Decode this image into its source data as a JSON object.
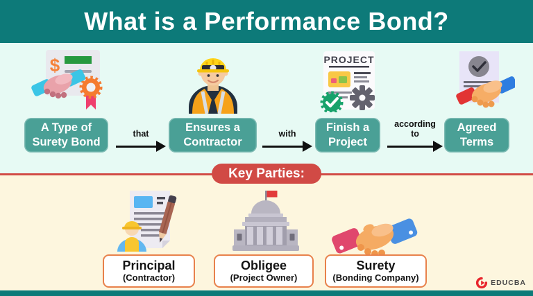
{
  "header": {
    "title": "What is a Performance Bond?"
  },
  "flow": {
    "steps": [
      {
        "line1": "A Type of",
        "line2": "Surety Bond",
        "icon": "surety-bond-certificate-icon"
      },
      {
        "line1": "Ensures a",
        "line2": "Contractor",
        "icon": "contractor-icon"
      },
      {
        "line1": "Finish a",
        "line2": "Project",
        "icon": "project-document-icon"
      },
      {
        "line1": "Agreed",
        "line2": "Terms",
        "icon": "agreement-handshake-icon"
      }
    ],
    "connectors": [
      {
        "label": "that"
      },
      {
        "label": "with"
      },
      {
        "label": "according to"
      }
    ],
    "icon_texts": {
      "certificate_dollar": "$",
      "project_doc_title": "PROJECT"
    }
  },
  "key_parties": {
    "heading": "Key Parties:",
    "parties": [
      {
        "name": "Principal",
        "role": "(Contractor)",
        "icon": "worker-contract-icon"
      },
      {
        "name": "Obligee",
        "role": "(Project Owner)",
        "icon": "government-building-icon"
      },
      {
        "name": "Surety",
        "role": "(Bonding Company)",
        "icon": "handshake-icon"
      }
    ]
  },
  "footer": {
    "brand": "EDUCBA"
  },
  "colors": {
    "header_teal": "#0d7a79",
    "step_button_teal": "#4aa096",
    "mint_background": "#e7faf4",
    "cream_background": "#fdf6de",
    "accent_red": "#d14a45",
    "party_box_border_orange": "#e8814b",
    "brand_red": "#e8262d"
  }
}
